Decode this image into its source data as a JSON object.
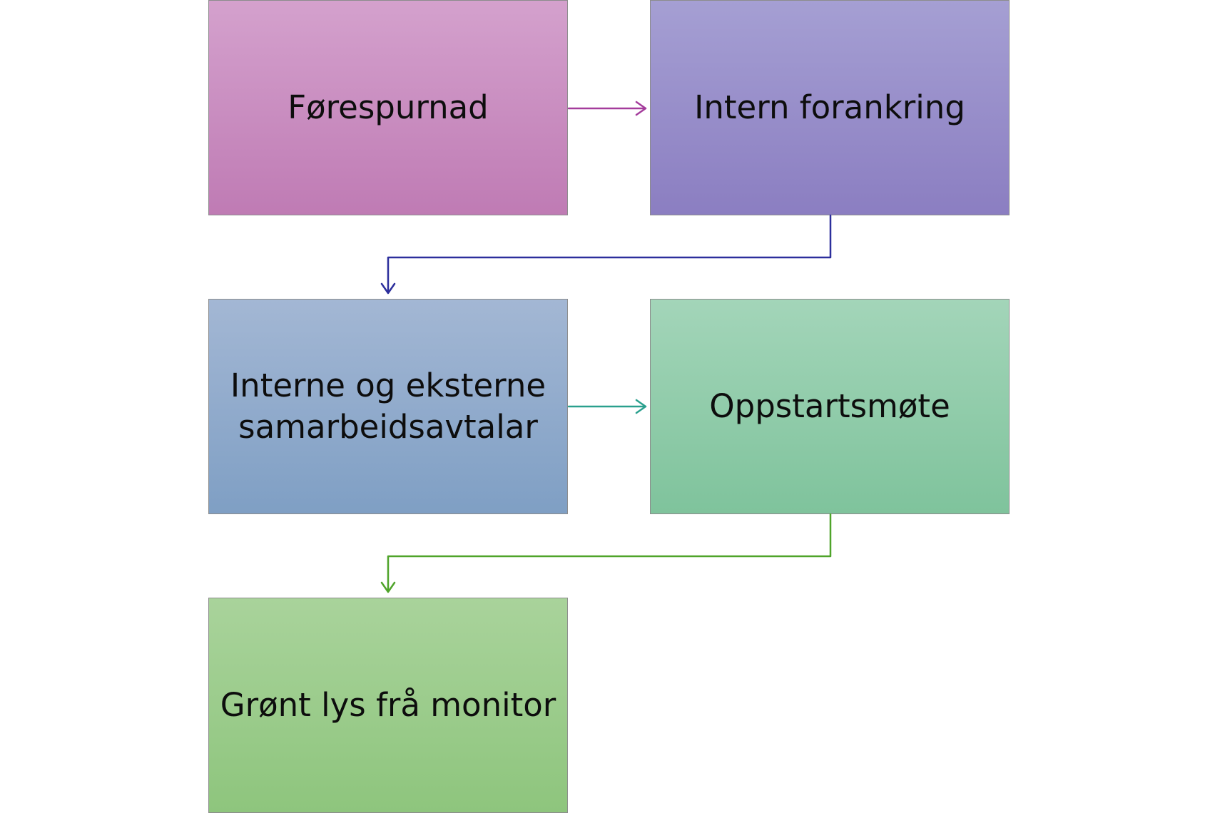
{
  "steps": [
    {
      "label": "Førespurnad"
    },
    {
      "label": "Intern forankring"
    },
    {
      "label": "Interne og eksterne samarbeidsavtalar"
    },
    {
      "label": "Oppstartsmøte"
    },
    {
      "label": "Grønt lys frå monitor"
    }
  ],
  "colors": {
    "arrow_1_2": "#a43c9c",
    "arrow_2_3": "#2c2f9c",
    "arrow_3_4": "#2aa08e",
    "arrow_4_5": "#4fa42a"
  }
}
